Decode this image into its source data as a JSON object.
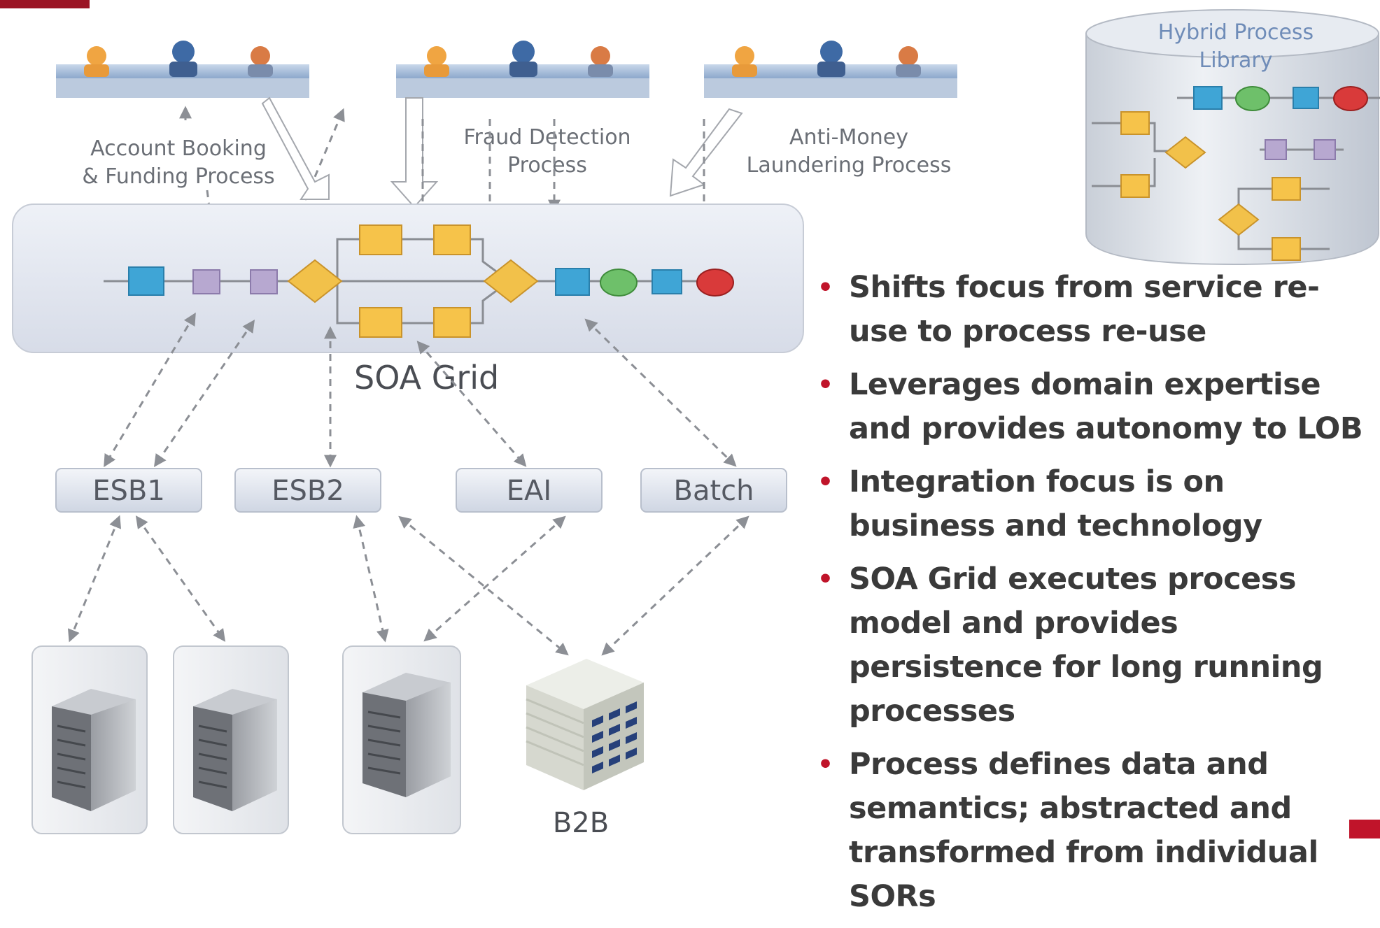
{
  "process_labels": {
    "account": [
      "Account Booking",
      "& Funding Process"
    ],
    "fraud": [
      "Fraud Detection",
      "Process"
    ],
    "aml": [
      "Anti-Money",
      "Laundering Process"
    ]
  },
  "library_label": [
    "Hybrid Process",
    "Library"
  ],
  "grid_label": "SOA Grid",
  "bus_labels": {
    "esb1": "ESB1",
    "esb2": "ESB2",
    "eai": "EAI",
    "batch": "Batch"
  },
  "b2b_label": "B2B",
  "bullets": [
    "Shifts focus from service re-use to process re-use",
    "Leverages domain expertise and provides autonomy to LOB",
    "Integration focus is on business and technology",
    "SOA Grid executes process model and provides persistence for long running processes",
    "Process defines data and semantics; abstracted and transformed from individual SORs"
  ],
  "colors": {
    "accent": "#c0142a",
    "task": "#f6c34a",
    "gateway": "#f2c14a",
    "service": "#3fa5d6",
    "purple": "#b7a8d0",
    "green": "#6ec06a",
    "red_event": "#d93a3a"
  }
}
